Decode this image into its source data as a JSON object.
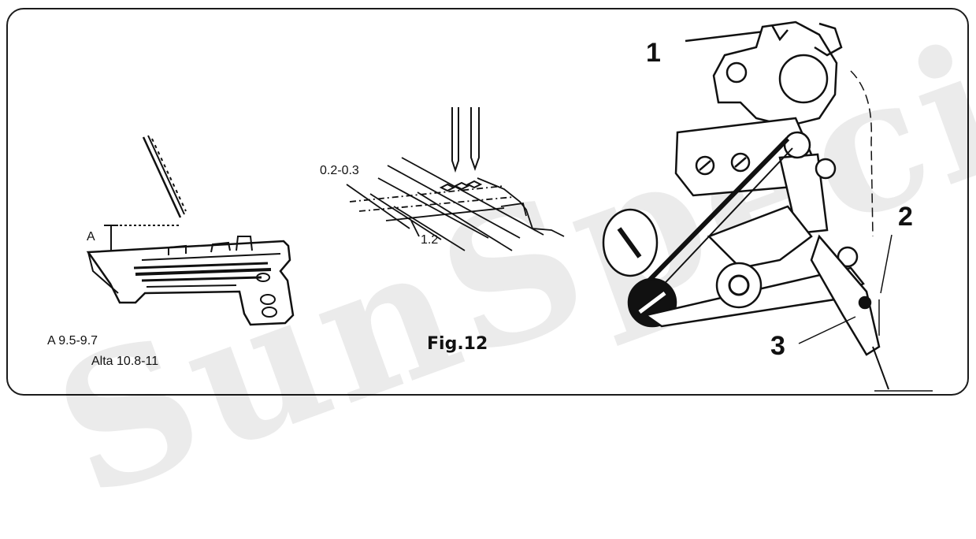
{
  "figure": {
    "caption": "Fig.12",
    "watermark": "SunSpecial"
  },
  "left_panel": {
    "dim_letter": "A",
    "spec_a": "A 9.5-9.7",
    "spec_alta_prefix": "Alta",
    "spec_alta_value": "10.8-11"
  },
  "center_panel": {
    "dim_gap": "0.2-0.3",
    "dim_spacing": "1.2"
  },
  "right_panel": {
    "callouts": [
      "1",
      "2",
      "3"
    ]
  },
  "colors": {
    "ink": "#111111",
    "frame": "#1b1b1b",
    "watermark": "#000000"
  }
}
